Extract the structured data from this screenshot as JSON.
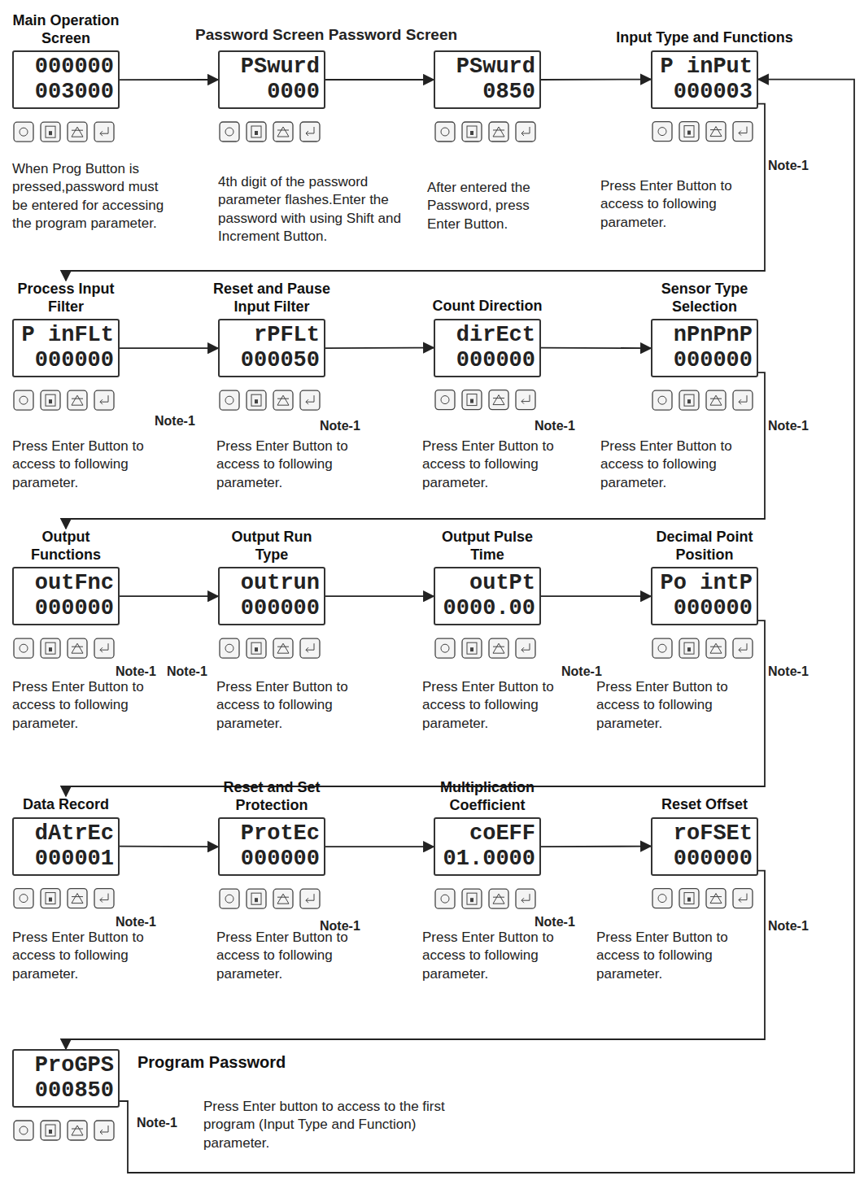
{
  "diagram": {
    "nodes": [
      {
        "text": [
          "Main Operation Screen",
          "000000",
          "003000"
        ]
      },
      {
        "text": [
          "PSwurd",
          "0000"
        ]
      },
      {
        "text": [
          "PSwurd",
          "0850"
        ]
      },
      {
        "text": [
          "Input Type and Functions",
          "P inPut",
          "000003"
        ]
      },
      {
        "text": [
          "Process Input Filter",
          "P inFLt",
          "000000"
        ]
      },
      {
        "text": [
          "Reset and Pause Input Filter",
          "rPFLt",
          "000050"
        ]
      },
      {
        "text": [
          "Count Direction",
          "dirEct",
          "000000"
        ]
      },
      {
        "text": [
          "Sensor Type Selection",
          "nPnPnP",
          "000000"
        ]
      },
      {
        "text": [
          "Output Functions",
          "outFnc",
          "000000"
        ]
      },
      {
        "text": [
          "Output Run Type",
          "outrun",
          "000000"
        ]
      },
      {
        "text": [
          "Output Pulse Time",
          "outPt",
          "0000.00"
        ]
      },
      {
        "text": [
          "Decimal Point Position",
          "Po intP",
          "000000"
        ]
      },
      {
        "text": [
          "Data Record",
          "dAtrEc",
          "000001"
        ]
      },
      {
        "text": [
          "Reset and Set Protection",
          "ProtEc",
          "000000"
        ]
      },
      {
        "text": [
          "Multiplication Coefficient",
          "coEFF",
          "01.0000"
        ]
      },
      {
        "text": [
          "Reset Offset",
          "roFSEt",
          "000000"
        ]
      },
      {
        "text": [
          "Program Password",
          "ProGPS",
          "000850"
        ]
      }
    ],
    "edges": [
      {
        "from": 0,
        "to": 1,
        "arrow": "to"
      },
      {
        "from": 1,
        "to": 2,
        "arrow": "to"
      },
      {
        "from": 2,
        "to": 3,
        "arrow": "to"
      },
      {
        "from": 3,
        "to": 4,
        "arrow": "to"
      },
      {
        "from": 4,
        "to": 5,
        "arrow": "to"
      },
      {
        "from": 5,
        "to": 6,
        "arrow": "to"
      },
      {
        "from": 6,
        "to": 7,
        "arrow": "to"
      },
      {
        "from": 7,
        "to": 8,
        "arrow": "to"
      },
      {
        "from": 8,
        "to": 9,
        "arrow": "to"
      },
      {
        "from": 9,
        "to": 10,
        "arrow": "to"
      },
      {
        "from": 10,
        "to": 11,
        "arrow": "to"
      },
      {
        "from": 11,
        "to": 12,
        "arrow": "to"
      },
      {
        "from": 12,
        "to": 13,
        "arrow": "to"
      },
      {
        "from": 13,
        "to": 14,
        "arrow": "to"
      },
      {
        "from": 14,
        "to": 15,
        "arrow": "to"
      },
      {
        "from": 15,
        "to": 16,
        "arrow": "to"
      },
      {
        "from": 16,
        "to": 3,
        "arrow": "to"
      }
    ],
    "labels": [
      "Password Screen Password Screen",
      "When Prog Button is pressed,password must be entered for accessing the program parameter.",
      "4th digit of the password parameter flashes.Enter the password with using Shift and Increment Button.",
      "After entered the Password, press Enter Button.",
      "Press Enter Button to access to following parameter.",
      "Note-1",
      "Note-1",
      "Note-1",
      "Note-1",
      "Note-1",
      "Press Enter Button to access to following parameter.",
      "Press Enter Button to access to following parameter.",
      "Press Enter Button to access to following parameter.",
      "Press Enter Button to access to following parameter.",
      "Note-1",
      "Note-1",
      "Note-1",
      "Note-1",
      "Press Enter Button to access to following parameter.",
      "Press Enter Button to access to following parameter.",
      "Press Enter Button to access to following parameter.",
      "Press Enter Button to access to following parameter.",
      "Note-1",
      "Note-1",
      "Note-1",
      "Note-1",
      "Press Enter Button to access to following parameter.",
      "Press Enter Button to access to following parameter.",
      "Press Enter Button to access to following parameter.",
      "Press Enter Button to access to following parameter.",
      "Note-1",
      "Press Enter button to access to the first program (Input Type and Function) parameter."
    ]
  }
}
